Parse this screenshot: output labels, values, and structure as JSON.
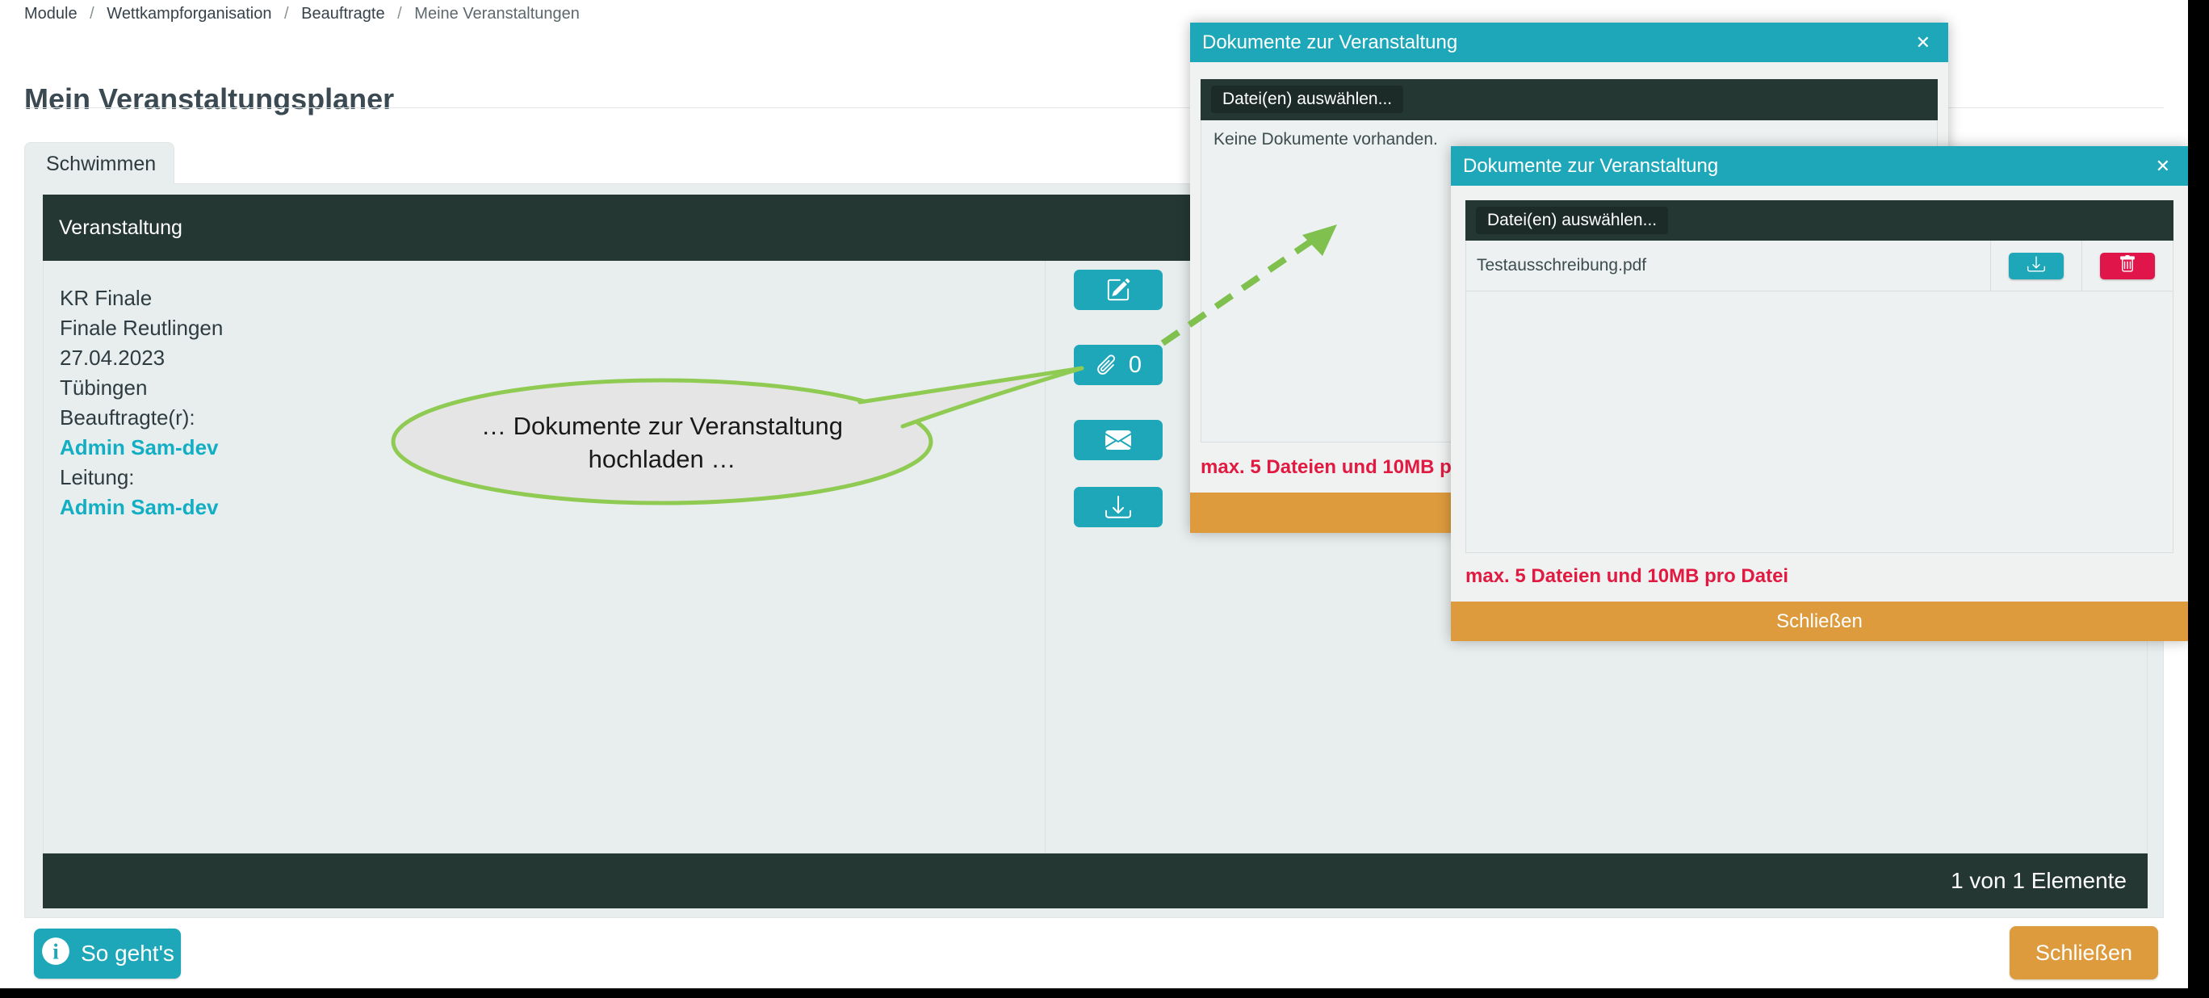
{
  "breadcrumb": {
    "separator": "/",
    "items": [
      "Module",
      "Wettkampforganisation",
      "Beauftragte",
      "Meine Veranstaltungen"
    ]
  },
  "page": {
    "title": "Mein Veranstaltungsplaner"
  },
  "tabs": {
    "active": "Schwimmen"
  },
  "table": {
    "header": "Veranstaltung",
    "footer_count": "1 von 1 Elemente"
  },
  "event": {
    "name": "KR Finale",
    "venue": "Finale Reutlingen",
    "date": "27.04.2023",
    "city": "Tübingen",
    "role_label": "Beauftragte(r):",
    "role_person": "Admin Sam-dev",
    "lead_label": "Leitung:",
    "lead_person": "Admin Sam-dev",
    "attachments_count": "0"
  },
  "annotation": {
    "line1": "… Dokumente zur Veranstaltung",
    "line2": "hochladen …"
  },
  "upload": {
    "file_select": "Datei(en) auswählen...",
    "max_hint": "max. 5 Dateien und 10MB pro Datei"
  },
  "modal1": {
    "title": "Dokumente zur Veranstaltung",
    "close_icon": "✕",
    "empty_text": "Keine Dokumente vorhanden.",
    "close_label": "Schließen"
  },
  "modal2": {
    "title": "Dokumente zur Veranstaltung",
    "close_icon": "✕",
    "file_name": "Testausschreibung.pdf",
    "close_label": "Schließen"
  },
  "footer": {
    "help_label": "So geht's",
    "close_label": "Schließen"
  },
  "icons": {
    "edit": "pencil-square",
    "attach": "paperclip",
    "mail": "envelope",
    "download": "download-tray",
    "delete": "trash",
    "info": "info-circle",
    "close": "x-mark"
  },
  "colors": {
    "teal": "#1ea7b8",
    "dark_header": "#253733",
    "orange": "#dd9b3d",
    "danger_red": "#e0164a",
    "alert_text_red": "#e11a41",
    "annotation_green": "#8fcb52",
    "link_teal": "#12aec4",
    "panel_bg": "#e8eeee"
  }
}
